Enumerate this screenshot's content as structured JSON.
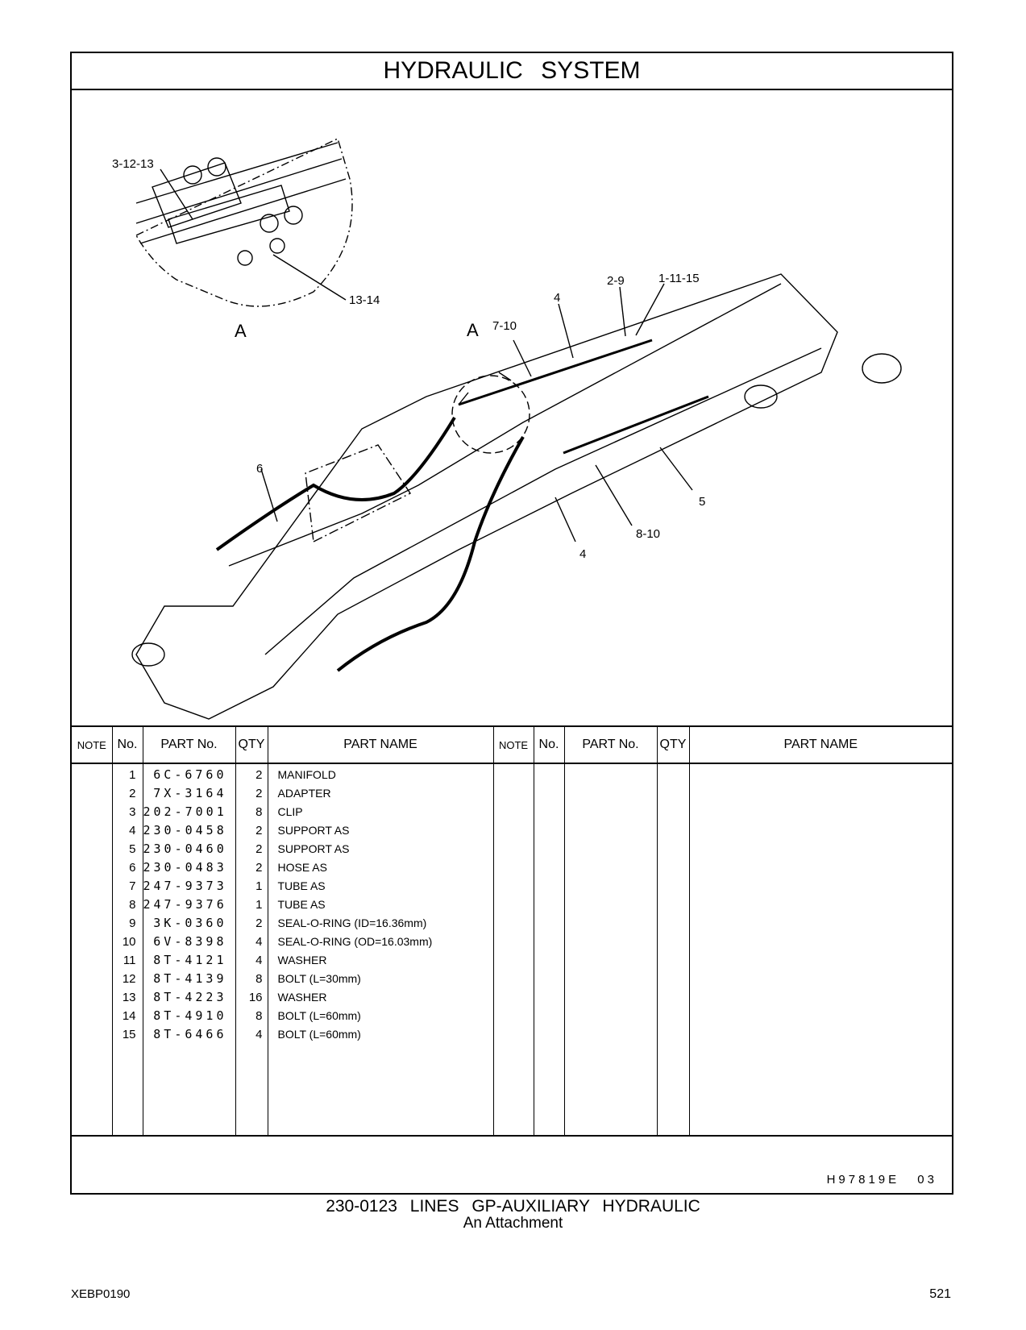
{
  "header": {
    "title": "HYDRAULIC SYSTEM"
  },
  "diagram": {
    "callouts": {
      "c1": "3-12-13",
      "c2": "13-14",
      "c3": "A",
      "c4": "A",
      "c5": "2-9",
      "c6": "1-11-15",
      "c7": "4",
      "c8": "7-10",
      "c9": "6",
      "c10": "5",
      "c11": "8-10",
      "c12": "4"
    }
  },
  "table": {
    "headers": {
      "note": "NOTE",
      "no": "No.",
      "part_no": "PART No.",
      "qty": "QTY",
      "part_name": "PART NAME",
      "note2": "NOTE",
      "no2": "No.",
      "part_no2": "PART No.",
      "qty2": "QTY",
      "part_name2": "PART NAME"
    },
    "rows": [
      {
        "no": "1",
        "part_no": "6C-6760",
        "qty": "2",
        "name": "MANIFOLD"
      },
      {
        "no": "2",
        "part_no": "7X-3164",
        "qty": "2",
        "name": "ADAPTER"
      },
      {
        "no": "3",
        "part_no": "202-7001",
        "qty": "8",
        "name": "CLIP"
      },
      {
        "no": "4",
        "part_no": "230-0458",
        "qty": "2",
        "name": "SUPPORT  AS"
      },
      {
        "no": "5",
        "part_no": "230-0460",
        "qty": "2",
        "name": "SUPPORT  AS"
      },
      {
        "no": "6",
        "part_no": "230-0483",
        "qty": "2",
        "name": "HOSE  AS"
      },
      {
        "no": "7",
        "part_no": "247-9373",
        "qty": "1",
        "name": "TUBE  AS"
      },
      {
        "no": "8",
        "part_no": "247-9376",
        "qty": "1",
        "name": "TUBE  AS"
      },
      {
        "no": "9",
        "part_no": "3K-0360",
        "qty": "2",
        "name": "SEAL-O-RING (ID=16.36mm)"
      },
      {
        "no": "10",
        "part_no": "6V-8398",
        "qty": "4",
        "name": "SEAL-O-RING (OD=16.03mm)"
      },
      {
        "no": "11",
        "part_no": "8T-4121",
        "qty": "4",
        "name": "WASHER"
      },
      {
        "no": "12",
        "part_no": "8T-4139",
        "qty": "8",
        "name": "BOLT (L=30mm)"
      },
      {
        "no": "13",
        "part_no": "8T-4223",
        "qty": "16",
        "name": "WASHER"
      },
      {
        "no": "14",
        "part_no": "8T-4910",
        "qty": "8",
        "name": "BOLT (L=60mm)"
      },
      {
        "no": "15",
        "part_no": "8T-6466",
        "qty": "4",
        "name": "BOLT (L=60mm)"
      }
    ],
    "drawing_code": "H97819E 03"
  },
  "footer": {
    "title": "230-0123  LINES GP-AUXILIARY HYDRAULIC",
    "subtitle": "An Attachment",
    "doc_id": "XEBP0190",
    "page": "521"
  }
}
